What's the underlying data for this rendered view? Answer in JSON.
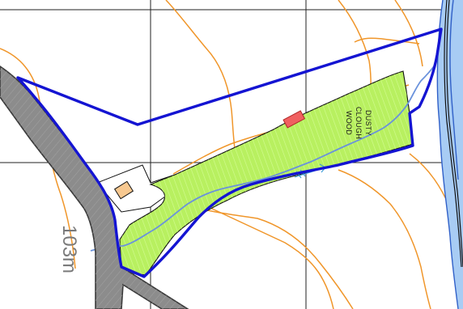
{
  "map": {
    "labels": {
      "wood_name": {
        "line1": "DUSTY",
        "line2": "CLOUGH",
        "line3": "WOOD"
      },
      "spot_height": "103m"
    },
    "colors": {
      "background": "#ffffff",
      "grid": "#222222",
      "contour": "#f0962a",
      "boundary": "#1414d2",
      "woodland_fill": "#b8f060",
      "woodland_stroke": "#111111",
      "stream": "#6a92dc",
      "river_fill": "#a8ccf4",
      "river_bank": "#3060c8",
      "road_fill": "#8c8c8c",
      "road_edge": "#3a3a3a",
      "building_red": "#f06060",
      "building_tan": "#f7c890",
      "label_text": "#1a1a1a",
      "height_text": "#7a7a7a"
    }
  }
}
